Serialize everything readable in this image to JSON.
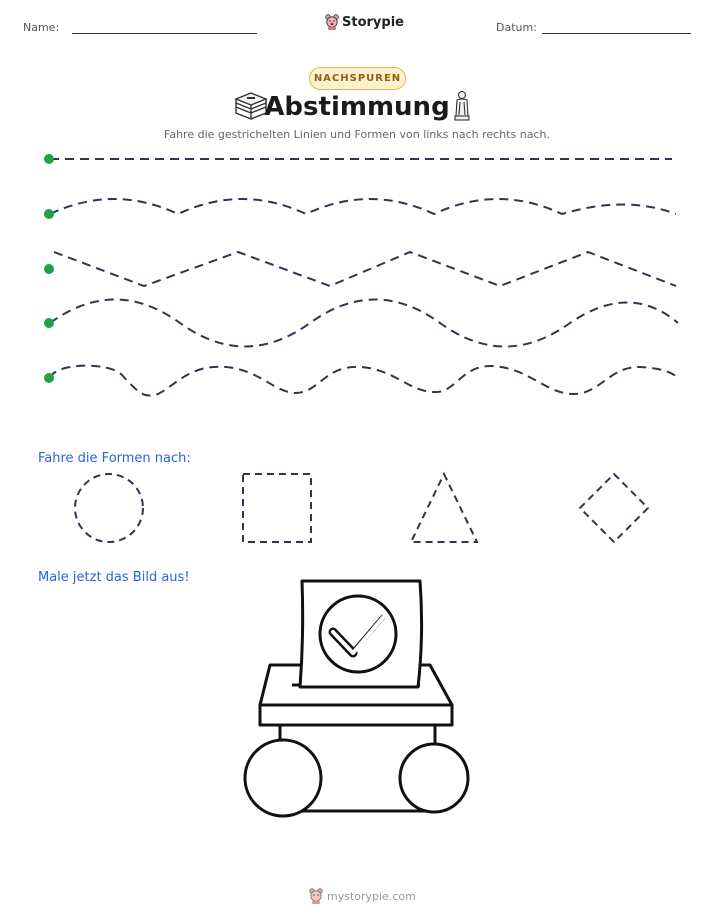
{
  "header": {
    "name_label": "Name:",
    "date_label": "Datum:",
    "brand": "Storypie"
  },
  "badge": "NACHSPUREN",
  "title": "Abstimmung",
  "subtitle": "Fahre die gestrichelten Linien und Formen von links nach rechts nach.",
  "sections": {
    "shapes_label": "Fahre die Formen nach:",
    "coloring_label": "Male jetzt das Bild aus!"
  },
  "tracing_lines": [
    "straight",
    "wave",
    "zigzag",
    "wave",
    "bumps"
  ],
  "shapes": [
    "circle",
    "square",
    "triangle",
    "diamond"
  ],
  "colors": {
    "dash": "#2f3550",
    "start_dot": "#1fa34a",
    "section_label": "#2b63d9",
    "badge_bg": "#fdf1cf"
  },
  "footer": "mystorypie.com"
}
